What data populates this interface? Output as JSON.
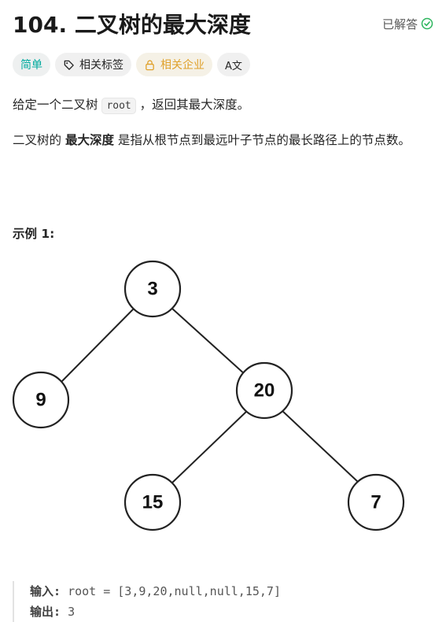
{
  "problem": {
    "title": "104. 二叉树的最大深度",
    "status": "已解答"
  },
  "tags": {
    "difficulty": "简单",
    "topics": "相关标签",
    "companies": "相关企业",
    "translate": "A文"
  },
  "description": {
    "p1_before": "给定一个二叉树 ",
    "p1_code": "root",
    "p1_after": " ，返回其最大深度。",
    "p2_before": "二叉树的 ",
    "p2_bold": "最大深度",
    "p2_after": " 是指从根节点到最远叶子节点的最长路径上的节点数。"
  },
  "example": {
    "title": "示例 1:",
    "tree_nodes": [
      "3",
      "9",
      "20",
      "15",
      "7"
    ],
    "input_label": "输入:",
    "input_value": "root = [3,9,20,null,null,15,7]",
    "output_label": "输出:",
    "output_value": "3"
  },
  "colors": {
    "easy": "#00aa9e",
    "company": "#e0a12b",
    "solved_check": "#2db55d"
  },
  "icons": {
    "solved": "check-circle-icon",
    "topics": "tag-icon",
    "companies": "lock-icon",
    "translate": "translate-icon"
  }
}
